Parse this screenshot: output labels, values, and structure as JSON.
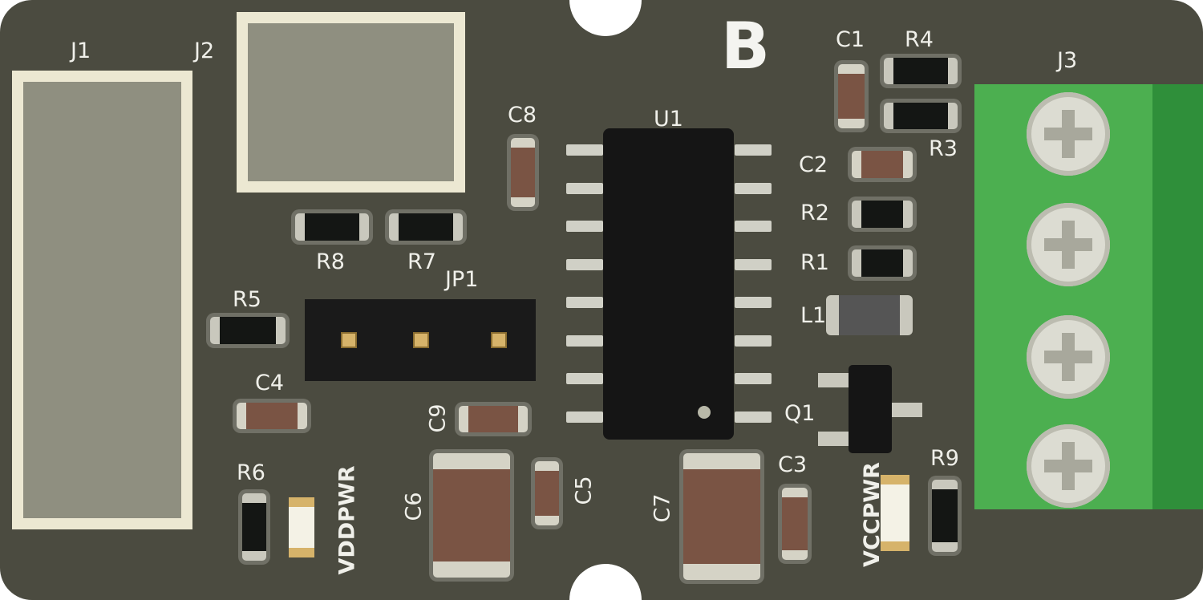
{
  "designators": {
    "J1": "J1",
    "J2": "J2",
    "J3": "J3",
    "C1": "C1",
    "C2": "C2",
    "C3": "C3",
    "C4": "C4",
    "C5": "C5",
    "C6": "C6",
    "C7": "C7",
    "C8": "C8",
    "C9": "C9",
    "R1": "R1",
    "R2": "R2",
    "R3": "R3",
    "R4": "R4",
    "R5": "R5",
    "R6": "R6",
    "R7": "R7",
    "R8": "R8",
    "R9": "R9",
    "U1": "U1",
    "JP1": "JP1",
    "L1": "L1",
    "Q1": "Q1",
    "VDDPWR": "VDDPWR",
    "VCCPWR": "VCCPWR"
  },
  "logo": "B",
  "colors": {
    "board": "#4b4b40",
    "silkscreen": "#f0f0ea",
    "terminal": "#4caf50",
    "connector": "#ece8d2"
  }
}
